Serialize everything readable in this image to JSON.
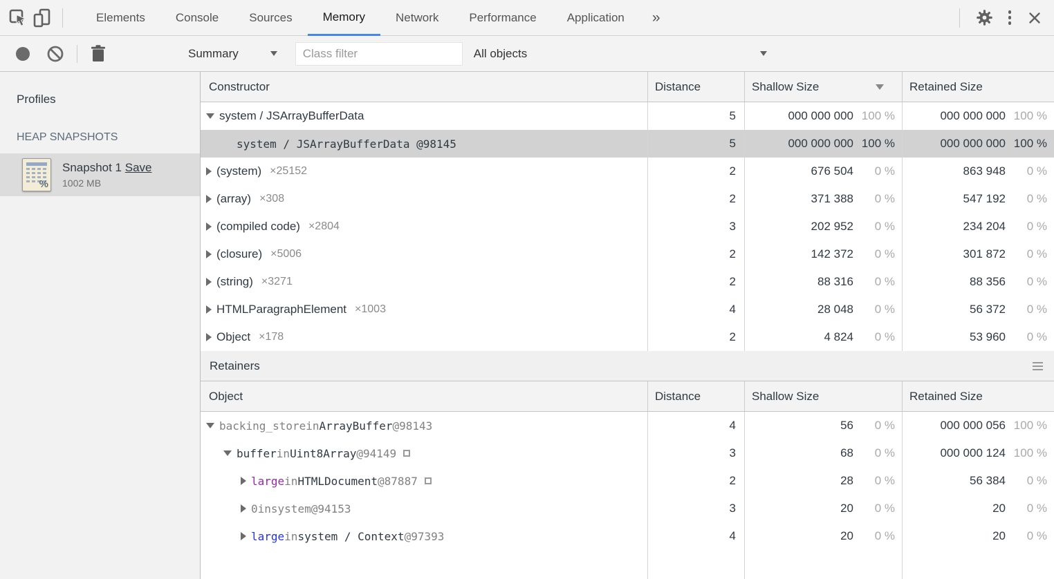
{
  "devtools": {
    "tabs": [
      {
        "label": "Elements",
        "selected": false
      },
      {
        "label": "Console",
        "selected": false
      },
      {
        "label": "Sources",
        "selected": false
      },
      {
        "label": "Memory",
        "selected": true
      },
      {
        "label": "Network",
        "selected": false
      },
      {
        "label": "Performance",
        "selected": false
      },
      {
        "label": "Application",
        "selected": false
      }
    ],
    "more_tabs": "»",
    "accent_color": "#4285f4"
  },
  "toolbar": {
    "profile_type": "Summary",
    "class_filter_placeholder": "Class filter",
    "objects_filter": "All objects"
  },
  "sidebar": {
    "profiles_label": "Profiles",
    "section_label": "HEAP SNAPSHOTS",
    "snapshot": {
      "name": "Snapshot 1",
      "save_label": "Save",
      "size": "1002 MB"
    }
  },
  "constructor_table": {
    "columns": [
      "Constructor",
      "Distance",
      "Shallow Size",
      "Retained Size"
    ],
    "sorted_by": "Shallow Size",
    "rows": [
      {
        "expander": "down",
        "indent": 0,
        "mono": false,
        "selected": false,
        "name": "system / JSArrayBufferData",
        "count": "",
        "distance": "5",
        "shallow": "000 000 000",
        "shallow_pct": "100 %",
        "retained": "000 000 000",
        "retained_pct": "100 %"
      },
      {
        "expander": "none",
        "indent": 1,
        "mono": true,
        "selected": true,
        "name": "system / JSArrayBufferData @98145",
        "count": "",
        "distance": "5",
        "shallow": "000 000 000",
        "shallow_pct": "100 %",
        "retained": "000 000 000",
        "retained_pct": "100 %"
      },
      {
        "expander": "right",
        "indent": 0,
        "mono": false,
        "selected": false,
        "name": "(system)",
        "count": "×25152",
        "distance": "2",
        "shallow": "676 504",
        "shallow_pct": "0 %",
        "retained": "863 948",
        "retained_pct": "0 %"
      },
      {
        "expander": "right",
        "indent": 0,
        "mono": false,
        "selected": false,
        "name": "(array)",
        "count": "×308",
        "distance": "2",
        "shallow": "371 388",
        "shallow_pct": "0 %",
        "retained": "547 192",
        "retained_pct": "0 %"
      },
      {
        "expander": "right",
        "indent": 0,
        "mono": false,
        "selected": false,
        "name": "(compiled code)",
        "count": "×2804",
        "distance": "3",
        "shallow": "202 952",
        "shallow_pct": "0 %",
        "retained": "234 204",
        "retained_pct": "0 %"
      },
      {
        "expander": "right",
        "indent": 0,
        "mono": false,
        "selected": false,
        "name": "(closure)",
        "count": "×5006",
        "distance": "2",
        "shallow": "142 372",
        "shallow_pct": "0 %",
        "retained": "301 872",
        "retained_pct": "0 %"
      },
      {
        "expander": "right",
        "indent": 0,
        "mono": false,
        "selected": false,
        "name": "(string)",
        "count": "×3271",
        "distance": "2",
        "shallow": "88 316",
        "shallow_pct": "0 %",
        "retained": "88 356",
        "retained_pct": "0 %"
      },
      {
        "expander": "right",
        "indent": 0,
        "mono": false,
        "selected": false,
        "name": "HTMLParagraphElement",
        "count": "×1003",
        "distance": "4",
        "shallow": "28 048",
        "shallow_pct": "0 %",
        "retained": "56 372",
        "retained_pct": "0 %"
      },
      {
        "expander": "right",
        "indent": 0,
        "mono": false,
        "selected": false,
        "name": "Object",
        "count": "×178",
        "distance": "2",
        "shallow": "4 824",
        "shallow_pct": "0 %",
        "retained": "53 960",
        "retained_pct": "0 %"
      }
    ]
  },
  "retainers_table": {
    "title": "Retainers",
    "columns": [
      "Object",
      "Distance",
      "Shallow Size",
      "Retained Size"
    ],
    "rows": [
      {
        "expander": "down",
        "indent": 0,
        "box": false,
        "parts": [
          {
            "text": "backing_store",
            "color": "gray"
          },
          {
            "text": " in ",
            "color": "gray"
          },
          {
            "text": "ArrayBuffer",
            "color": "dark"
          },
          {
            "text": " @98143",
            "color": "gray"
          }
        ],
        "distance": "4",
        "shallow": "56",
        "shallow_pct": "0 %",
        "retained": "000 000 056",
        "retained_pct": "100 %"
      },
      {
        "expander": "down",
        "indent": 1,
        "box": true,
        "parts": [
          {
            "text": "buffer",
            "color": "dark"
          },
          {
            "text": " in ",
            "color": "gray"
          },
          {
            "text": "Uint8Array",
            "color": "dark"
          },
          {
            "text": " @94149",
            "color": "gray"
          }
        ],
        "distance": "3",
        "shallow": "68",
        "shallow_pct": "0 %",
        "retained": "000 000 124",
        "retained_pct": "100 %"
      },
      {
        "expander": "right",
        "indent": 2,
        "box": true,
        "parts": [
          {
            "text": "large",
            "color": "purple"
          },
          {
            "text": " in ",
            "color": "gray"
          },
          {
            "text": "HTMLDocument",
            "color": "dark"
          },
          {
            "text": " @87887",
            "color": "gray"
          }
        ],
        "distance": "2",
        "shallow": "28",
        "shallow_pct": "0 %",
        "retained": "56 384",
        "retained_pct": "0 %"
      },
      {
        "expander": "right",
        "indent": 2,
        "box": false,
        "parts": [
          {
            "text": "0",
            "color": "gray"
          },
          {
            "text": " in ",
            "color": "gray"
          },
          {
            "text": "system",
            "color": "gray"
          },
          {
            "text": " @94153",
            "color": "gray"
          }
        ],
        "distance": "3",
        "shallow": "20",
        "shallow_pct": "0 %",
        "retained": "20",
        "retained_pct": "0 %"
      },
      {
        "expander": "right",
        "indent": 2,
        "box": false,
        "parts": [
          {
            "text": "large",
            "color": "blue"
          },
          {
            "text": " in ",
            "color": "gray"
          },
          {
            "text": "system / Context",
            "color": "dark"
          },
          {
            "text": " @97393",
            "color": "gray"
          }
        ],
        "distance": "4",
        "shallow": "20",
        "shallow_pct": "0 %",
        "retained": "20",
        "retained_pct": "0 %"
      }
    ]
  }
}
